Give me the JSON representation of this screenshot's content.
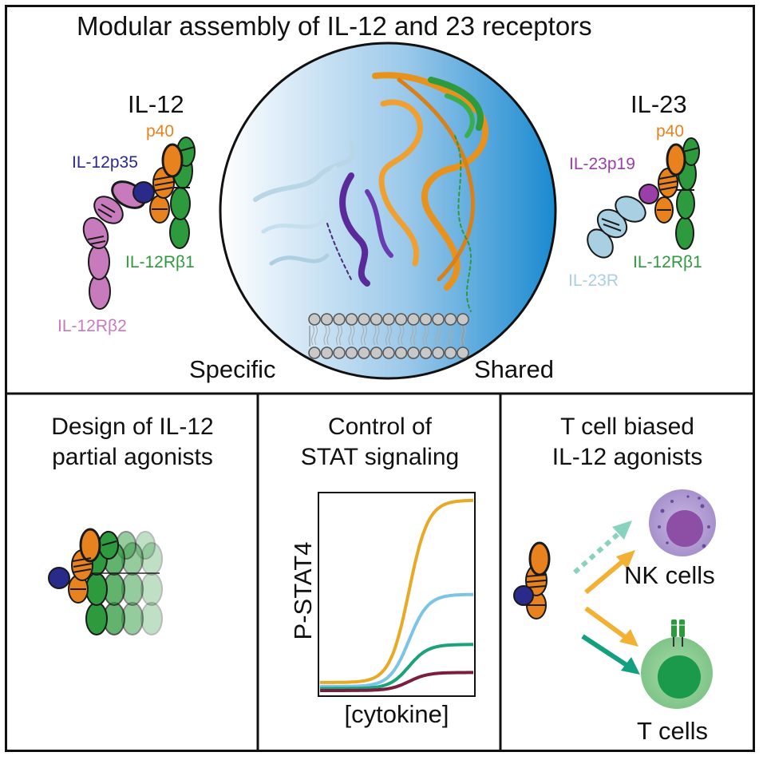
{
  "header": {
    "title": "Modular assembly of IL-12 and 23 receptors"
  },
  "il12": {
    "name": "IL-12",
    "p40": "p40",
    "p35": "IL-12p35",
    "rb1": "IL-12Rβ1",
    "rb2": "IL-12Rβ2"
  },
  "il23": {
    "name": "IL-23",
    "p40": "p40",
    "p19": "IL-23p19",
    "rb1": "IL-12Rβ1",
    "r": "IL-23R"
  },
  "center": {
    "specific": "Specific",
    "shared": "Shared"
  },
  "panels": {
    "design": {
      "line1": "Design of IL-12",
      "line2": "partial agonists"
    },
    "control": {
      "line1": "Control of",
      "line2": "STAT signaling"
    },
    "tcell": {
      "line1": "T cell biased",
      "line2": "IL-12 agonists"
    }
  },
  "chart_data": {
    "type": "line",
    "title": "",
    "xlabel": "[cytokine]",
    "ylabel": "P-STAT4",
    "series": [
      {
        "color": "#e8a925",
        "low": 0.06,
        "high": 0.97
      },
      {
        "color": "#7cc4e6",
        "low": 0.04,
        "high": 0.5
      },
      {
        "color": "#1aa37a",
        "low": 0.03,
        "high": 0.25
      },
      {
        "color": "#7a1d3f",
        "low": 0.02,
        "high": 0.11
      }
    ]
  },
  "cells": {
    "nk": "NK cells",
    "t": "T cells"
  },
  "colors": {
    "orange": "#e8821e",
    "green": "#2e9a3e",
    "purple_dark": "#2a2a8a",
    "magenta": "#c77bbd",
    "violet": "#9a3fa8",
    "lightblue": "#a9cfe3",
    "teal": "#13a07e",
    "gold": "#f2b035"
  }
}
